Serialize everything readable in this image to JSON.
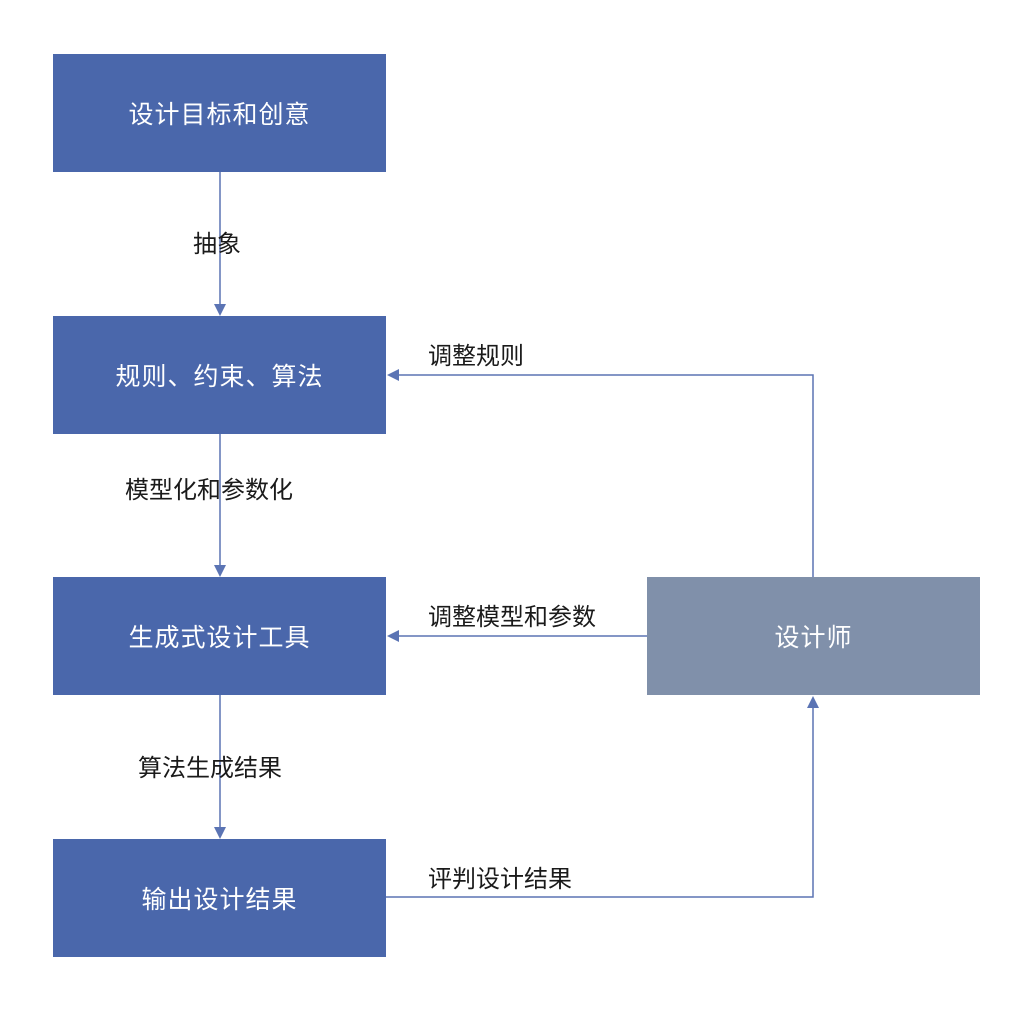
{
  "nodes": {
    "goal": "设计目标和创意",
    "rules": "规则、约束、算法",
    "tool": "生成式设计工具",
    "output": "输出设计结果",
    "designer": "设计师"
  },
  "edges": {
    "abstract": "抽象",
    "modeling": "模型化和参数化",
    "generate": "算法生成结果",
    "adjust_rules": "调整规则",
    "adjust_model": "调整模型和参数",
    "evaluate": "评判设计结果"
  },
  "colors": {
    "primary_box": "#4a67ab",
    "designer_box": "#8090aa",
    "connector": "#5b74b4"
  }
}
